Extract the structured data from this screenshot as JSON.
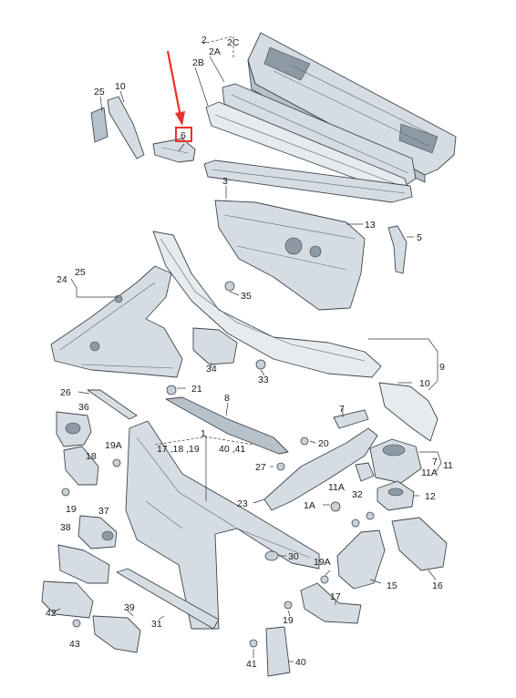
{
  "accent_color": "#e8312a",
  "labels": {
    "l2": "2",
    "l2C": "2C",
    "l2A": "2A",
    "l2B": "2B",
    "l25a": "25",
    "l10a": "10",
    "l6": "6",
    "l3": "3",
    "l13": "13",
    "l5": "5",
    "l24": "24",
    "l25b": "25",
    "l35": "35",
    "l34": "34",
    "l33": "33",
    "l9": "9",
    "l10b": "10",
    "l26": "26",
    "l36": "36",
    "l21": "21",
    "l8": "8",
    "l7a": "7",
    "l1": "1",
    "l17_18_19": "17 ,18 ,19",
    "l40_41": "40 ,41",
    "l19A_a": "19A",
    "l18": "18",
    "l20": "20",
    "l27": "27",
    "l7b": "7",
    "l11a": "11",
    "l11A_b": "11A",
    "l11A_a": "11A",
    "l19a": "19",
    "l37": "37",
    "l12": "12",
    "l32": "32",
    "l1A": "1A",
    "l23": "23",
    "l38": "38",
    "l30": "30",
    "l19A_b": "19A",
    "l15": "15",
    "l16": "16",
    "l42": "42",
    "l39": "39",
    "l17": "17",
    "l19b": "19",
    "l31": "31",
    "l43": "43",
    "l41": "41",
    "l40": "40"
  }
}
